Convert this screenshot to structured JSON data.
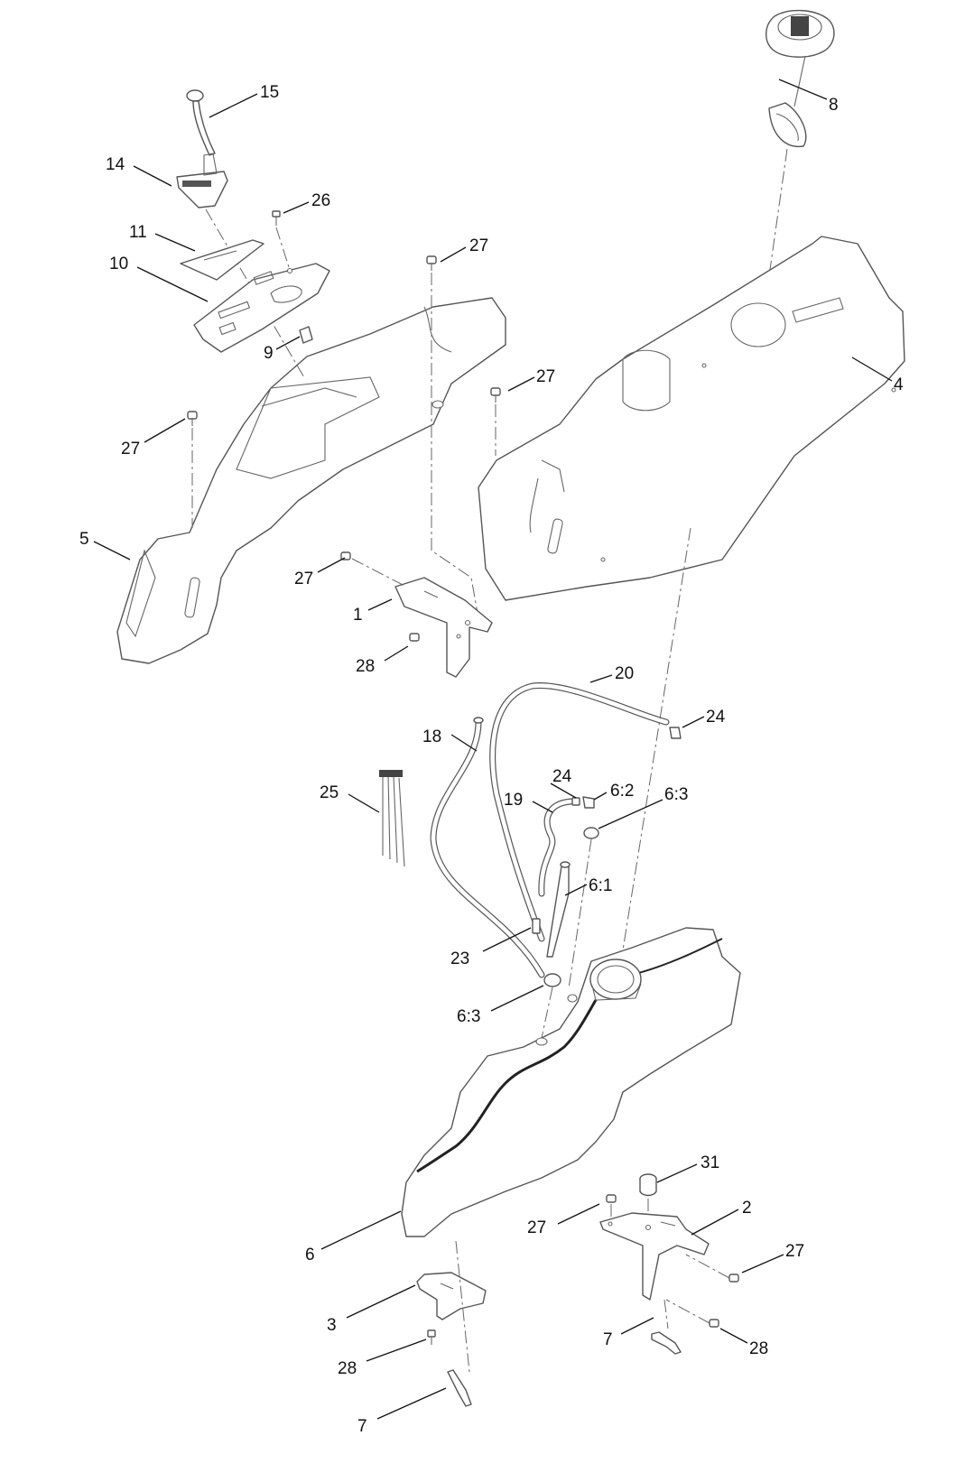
{
  "callouts": [
    {
      "id": "c15",
      "text": "15"
    },
    {
      "id": "c8",
      "text": "8"
    },
    {
      "id": "c14",
      "text": "14"
    },
    {
      "id": "c26",
      "text": "26"
    },
    {
      "id": "c11",
      "text": "11"
    },
    {
      "id": "c27a",
      "text": "27"
    },
    {
      "id": "c10",
      "text": "10"
    },
    {
      "id": "c9",
      "text": "9"
    },
    {
      "id": "c27b",
      "text": "27"
    },
    {
      "id": "c4",
      "text": "4"
    },
    {
      "id": "c27c",
      "text": "27"
    },
    {
      "id": "c5",
      "text": "5"
    },
    {
      "id": "c27d",
      "text": "27"
    },
    {
      "id": "c1",
      "text": "1"
    },
    {
      "id": "c28a",
      "text": "28"
    },
    {
      "id": "c20",
      "text": "20"
    },
    {
      "id": "c24a",
      "text": "24"
    },
    {
      "id": "c18",
      "text": "18"
    },
    {
      "id": "c24b",
      "text": "24"
    },
    {
      "id": "c6_2",
      "text": "6:2"
    },
    {
      "id": "c25",
      "text": "25"
    },
    {
      "id": "c19",
      "text": "19"
    },
    {
      "id": "c6_3a",
      "text": "6:3"
    },
    {
      "id": "c6_1",
      "text": "6:1"
    },
    {
      "id": "c23",
      "text": "23"
    },
    {
      "id": "c6_3b",
      "text": "6:3"
    },
    {
      "id": "c31",
      "text": "31"
    },
    {
      "id": "c2",
      "text": "2"
    },
    {
      "id": "c27e",
      "text": "27"
    },
    {
      "id": "c27f",
      "text": "27"
    },
    {
      "id": "c6",
      "text": "6"
    },
    {
      "id": "c3",
      "text": "3"
    },
    {
      "id": "c28b",
      "text": "28"
    },
    {
      "id": "c7a",
      "text": "7"
    },
    {
      "id": "c28c",
      "text": "28"
    },
    {
      "id": "c7b",
      "text": "7"
    }
  ]
}
